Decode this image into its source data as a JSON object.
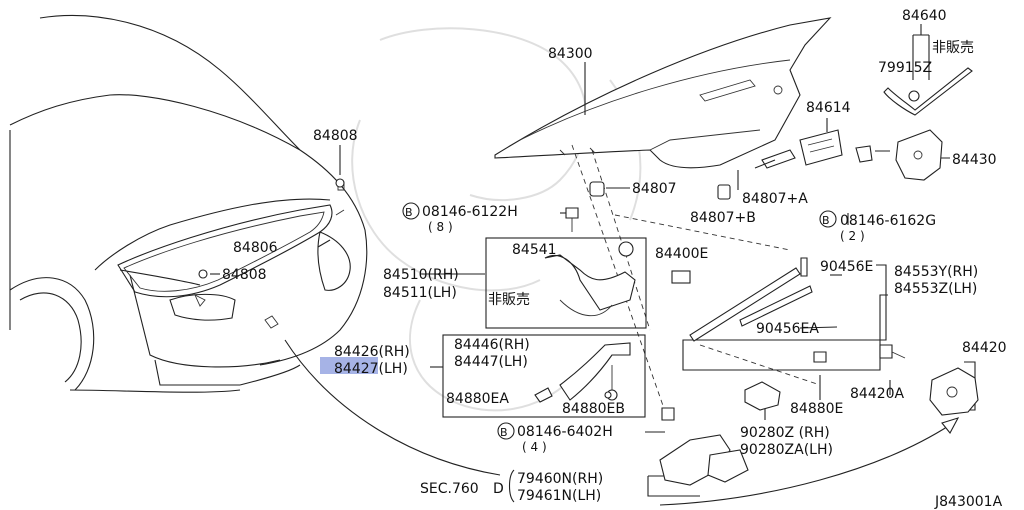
{
  "labels": {
    "p84300": "84300",
    "p84640": "84640",
    "not_sold_1": "非販売",
    "p79915z": "79915Z",
    "p84614": "84614",
    "p84430": "84430",
    "p84808_top": "84808",
    "p84807": "84807",
    "p84807a": "84807+A",
    "p84807b": "84807+B",
    "bolt_6122": "08146-6122H",
    "qty_8": "( 8 )",
    "bolt_6162": "08146-6162G",
    "qty_2": "( 2 )",
    "p84806": "84806",
    "p84808_mid": "84808",
    "p84541": "84541",
    "p84400e": "84400E",
    "p84510": "84510(RH)",
    "p84511": "84511(LH)",
    "not_sold_2": "非販売",
    "p90456e": "90456E",
    "p84553y": "84553Y(RH)",
    "p84553z": "84553Z(LH)",
    "p90456ea": "90456EA",
    "p84446": "84446(RH)",
    "p84447": "84447(LH)",
    "p84426": "84426(RH)",
    "p84427": "84427(LH)",
    "p84880ea": "84880EA",
    "p84880eb": "84880EB",
    "p84880e": "84880E",
    "p84420": "84420",
    "p84420a": "84420A",
    "p90280z": "90280Z (RH)",
    "p90280za": "90280ZA(LH)",
    "bolt_6402": "08146-6402H",
    "qty_4": "( 4 )",
    "sec": "SEC.760",
    "sec_suffix": "D",
    "p79460n": "79460N(RH)",
    "p79461n": "79461N(LH)",
    "drawing_id": "J843001A",
    "bolt_marker": "B"
  },
  "colors": {
    "line": "#222222",
    "highlight": "#8899dd",
    "watermark": "#c9c9c9"
  }
}
